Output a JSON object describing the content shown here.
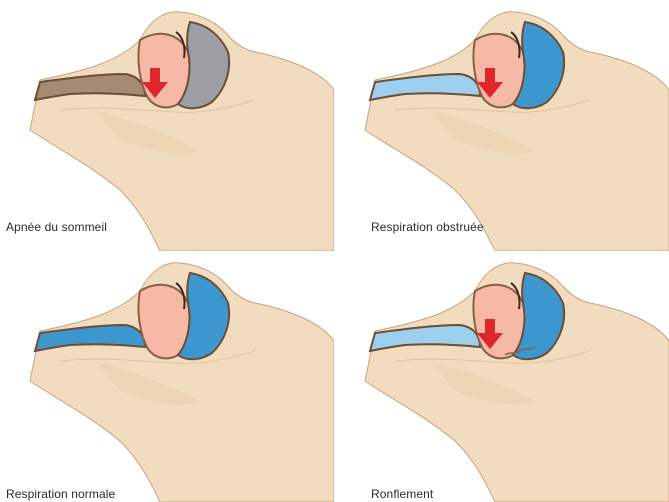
{
  "panels": [
    {
      "id": "apnea",
      "caption": "Apnée du sommeil",
      "airway": "blocked",
      "arrow": true
    },
    {
      "id": "obstructed",
      "caption": "Respiration obstruée",
      "airway": "narrow",
      "arrow": true
    },
    {
      "id": "normal",
      "caption": "Respiration normale",
      "airway": "open",
      "arrow": false
    },
    {
      "id": "snoring",
      "caption": "Ronflement",
      "airway": "vibrating",
      "arrow": true
    }
  ],
  "colors": {
    "skin": "#f2dcc0",
    "skin_shadow": "#e7c9a6",
    "outline": "#7a5a3e",
    "mouth": "#f6b9a6",
    "airway_open": "#3d97cf",
    "airway_blocked": "#9c9ea3",
    "tissue": "#d8a883",
    "arrow": "#e0262d"
  }
}
